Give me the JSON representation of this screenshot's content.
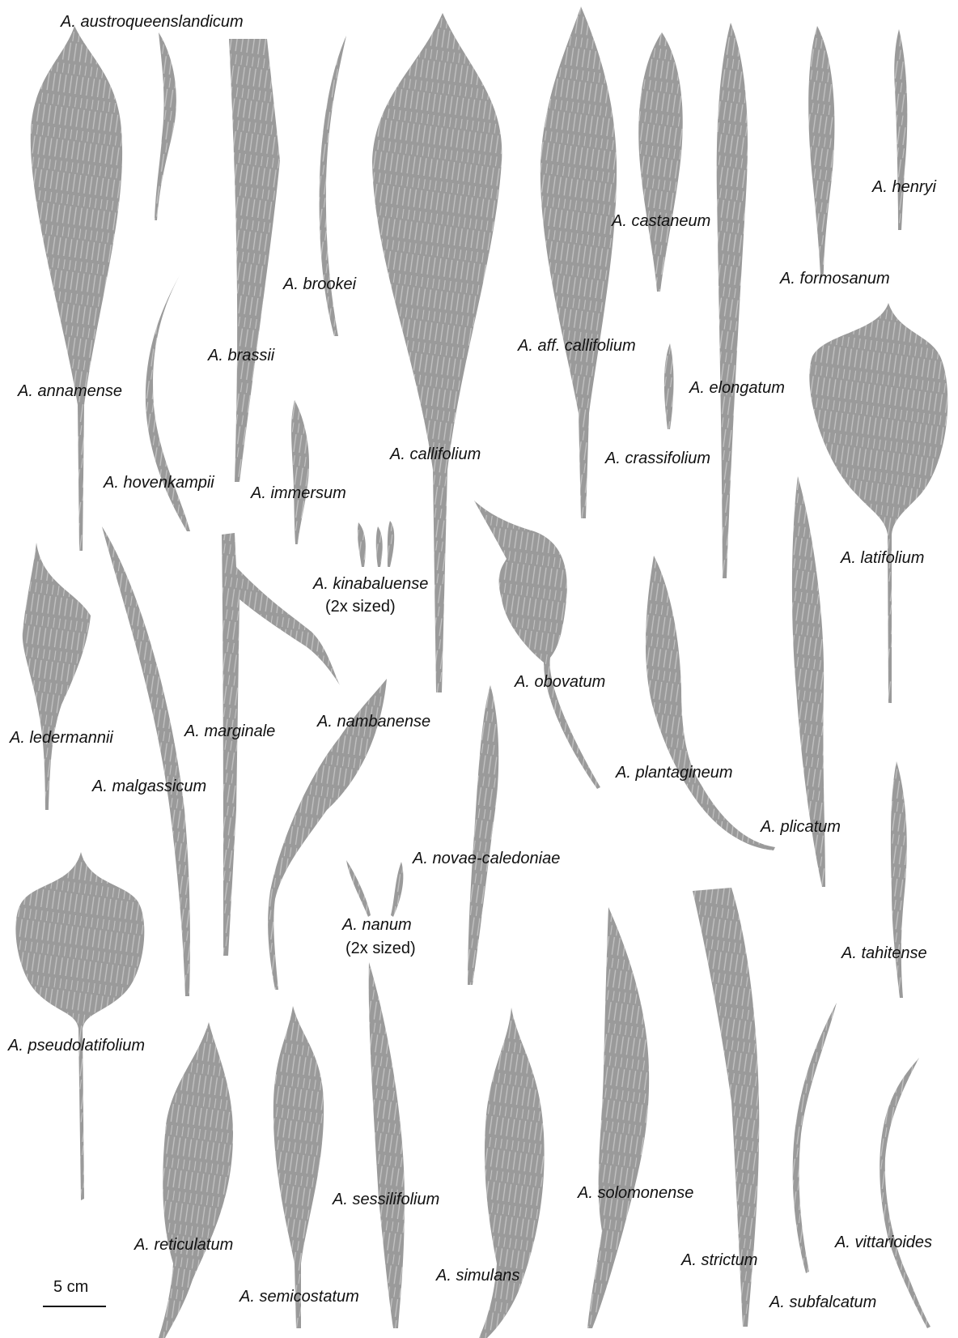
{
  "colors": {
    "leaf": "#9a9a9a",
    "vein": "#e6e6e6",
    "text": "#111111",
    "background": "#ffffff"
  },
  "species": [
    "A. austroqueenslandicum",
    "A. annamense",
    "A. brassii",
    "A. brookei",
    "A. hovenkampii",
    "A. immersum",
    "A. callifolium",
    "A. aff. callifolium",
    "A. castaneum",
    "A. crassifolium",
    "A. elongatum",
    "A. formosanum",
    "A. henryi",
    "A. latifolium",
    "A. kinabaluense",
    "A. ledermannii",
    "A. malgassicum",
    "A. marginale",
    "A. nambanense",
    "A. obovatum",
    "A. plantagineum",
    "A. plicatum",
    "A. novae-caledoniae",
    "A. nanum",
    "A. tahitense",
    "A. pseudolatifolium",
    "A. reticulatum",
    "A. semicostatum",
    "A. sessilifolium",
    "A. simulans",
    "A. solomonense",
    "A. strictum",
    "A. subfalcatum",
    "A. vittarioides"
  ],
  "size_note": "(2x sized)",
  "scale_bar": {
    "label": "5 cm"
  }
}
